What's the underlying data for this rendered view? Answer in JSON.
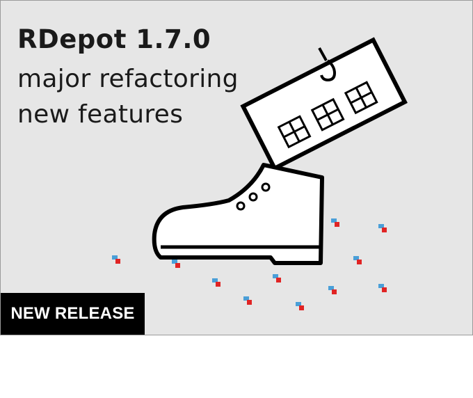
{
  "banner": {
    "title": "RDepot 1.7.0",
    "subtitle_lines": [
      "major refactoring",
      "new features"
    ],
    "badge_label": "NEW RELEASE"
  },
  "illustration": {
    "main_icon": "boot-stepping-on-building-icon",
    "scattered_icon": "package-cube-icon",
    "colors": {
      "background": "#e6e6e6",
      "stroke": "#000000",
      "package_blue": "#4a9fd8",
      "package_red": "#e02424",
      "badge_background": "#000000",
      "badge_text": "#ffffff"
    }
  }
}
